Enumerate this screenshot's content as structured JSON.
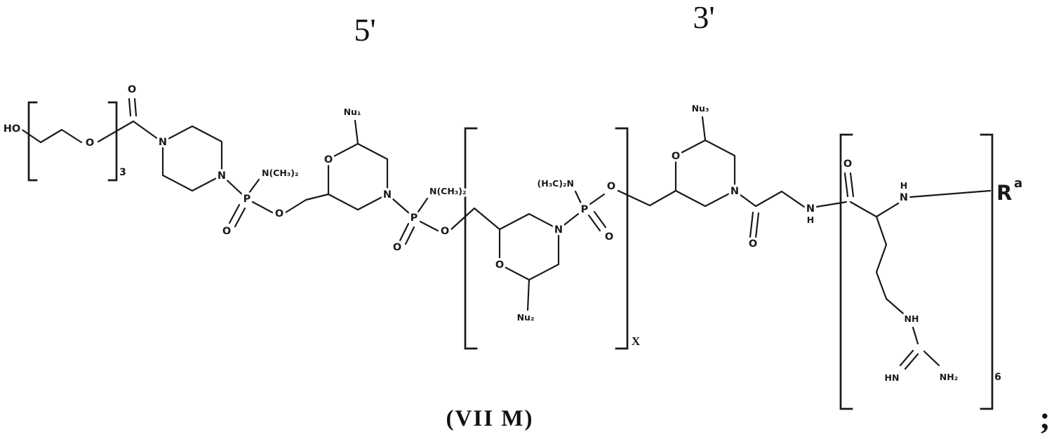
{
  "figure": {
    "five_prime_label": "5'",
    "three_prime_label": "3'",
    "compound_label": "(VII M)",
    "terminator": ";"
  },
  "atoms": {
    "hydroxyl": "HO",
    "oxygen": "O",
    "nitrogen": "N",
    "phosphorus": "P",
    "hydrogen": "H",
    "amide_nh": "NH",
    "imine_hn": "HN",
    "amine_nh2": "NH₂",
    "dimethylamino": "N(CH₃)₂",
    "dimethylamino_reversed": "(H₃C)₂N",
    "nucleobase_1": "Nu₁",
    "nucleobase_2": "Nu₂",
    "nucleobase_3": "Nu₃"
  },
  "substituents": {
    "r_group_base": "R",
    "r_group_superscript": "a"
  },
  "repeat_subscripts": {
    "peg": "3",
    "morpholino": "X",
    "arginine": "6"
  },
  "colors": {
    "ink": "#1a1a1a",
    "background": "#ffffff"
  }
}
